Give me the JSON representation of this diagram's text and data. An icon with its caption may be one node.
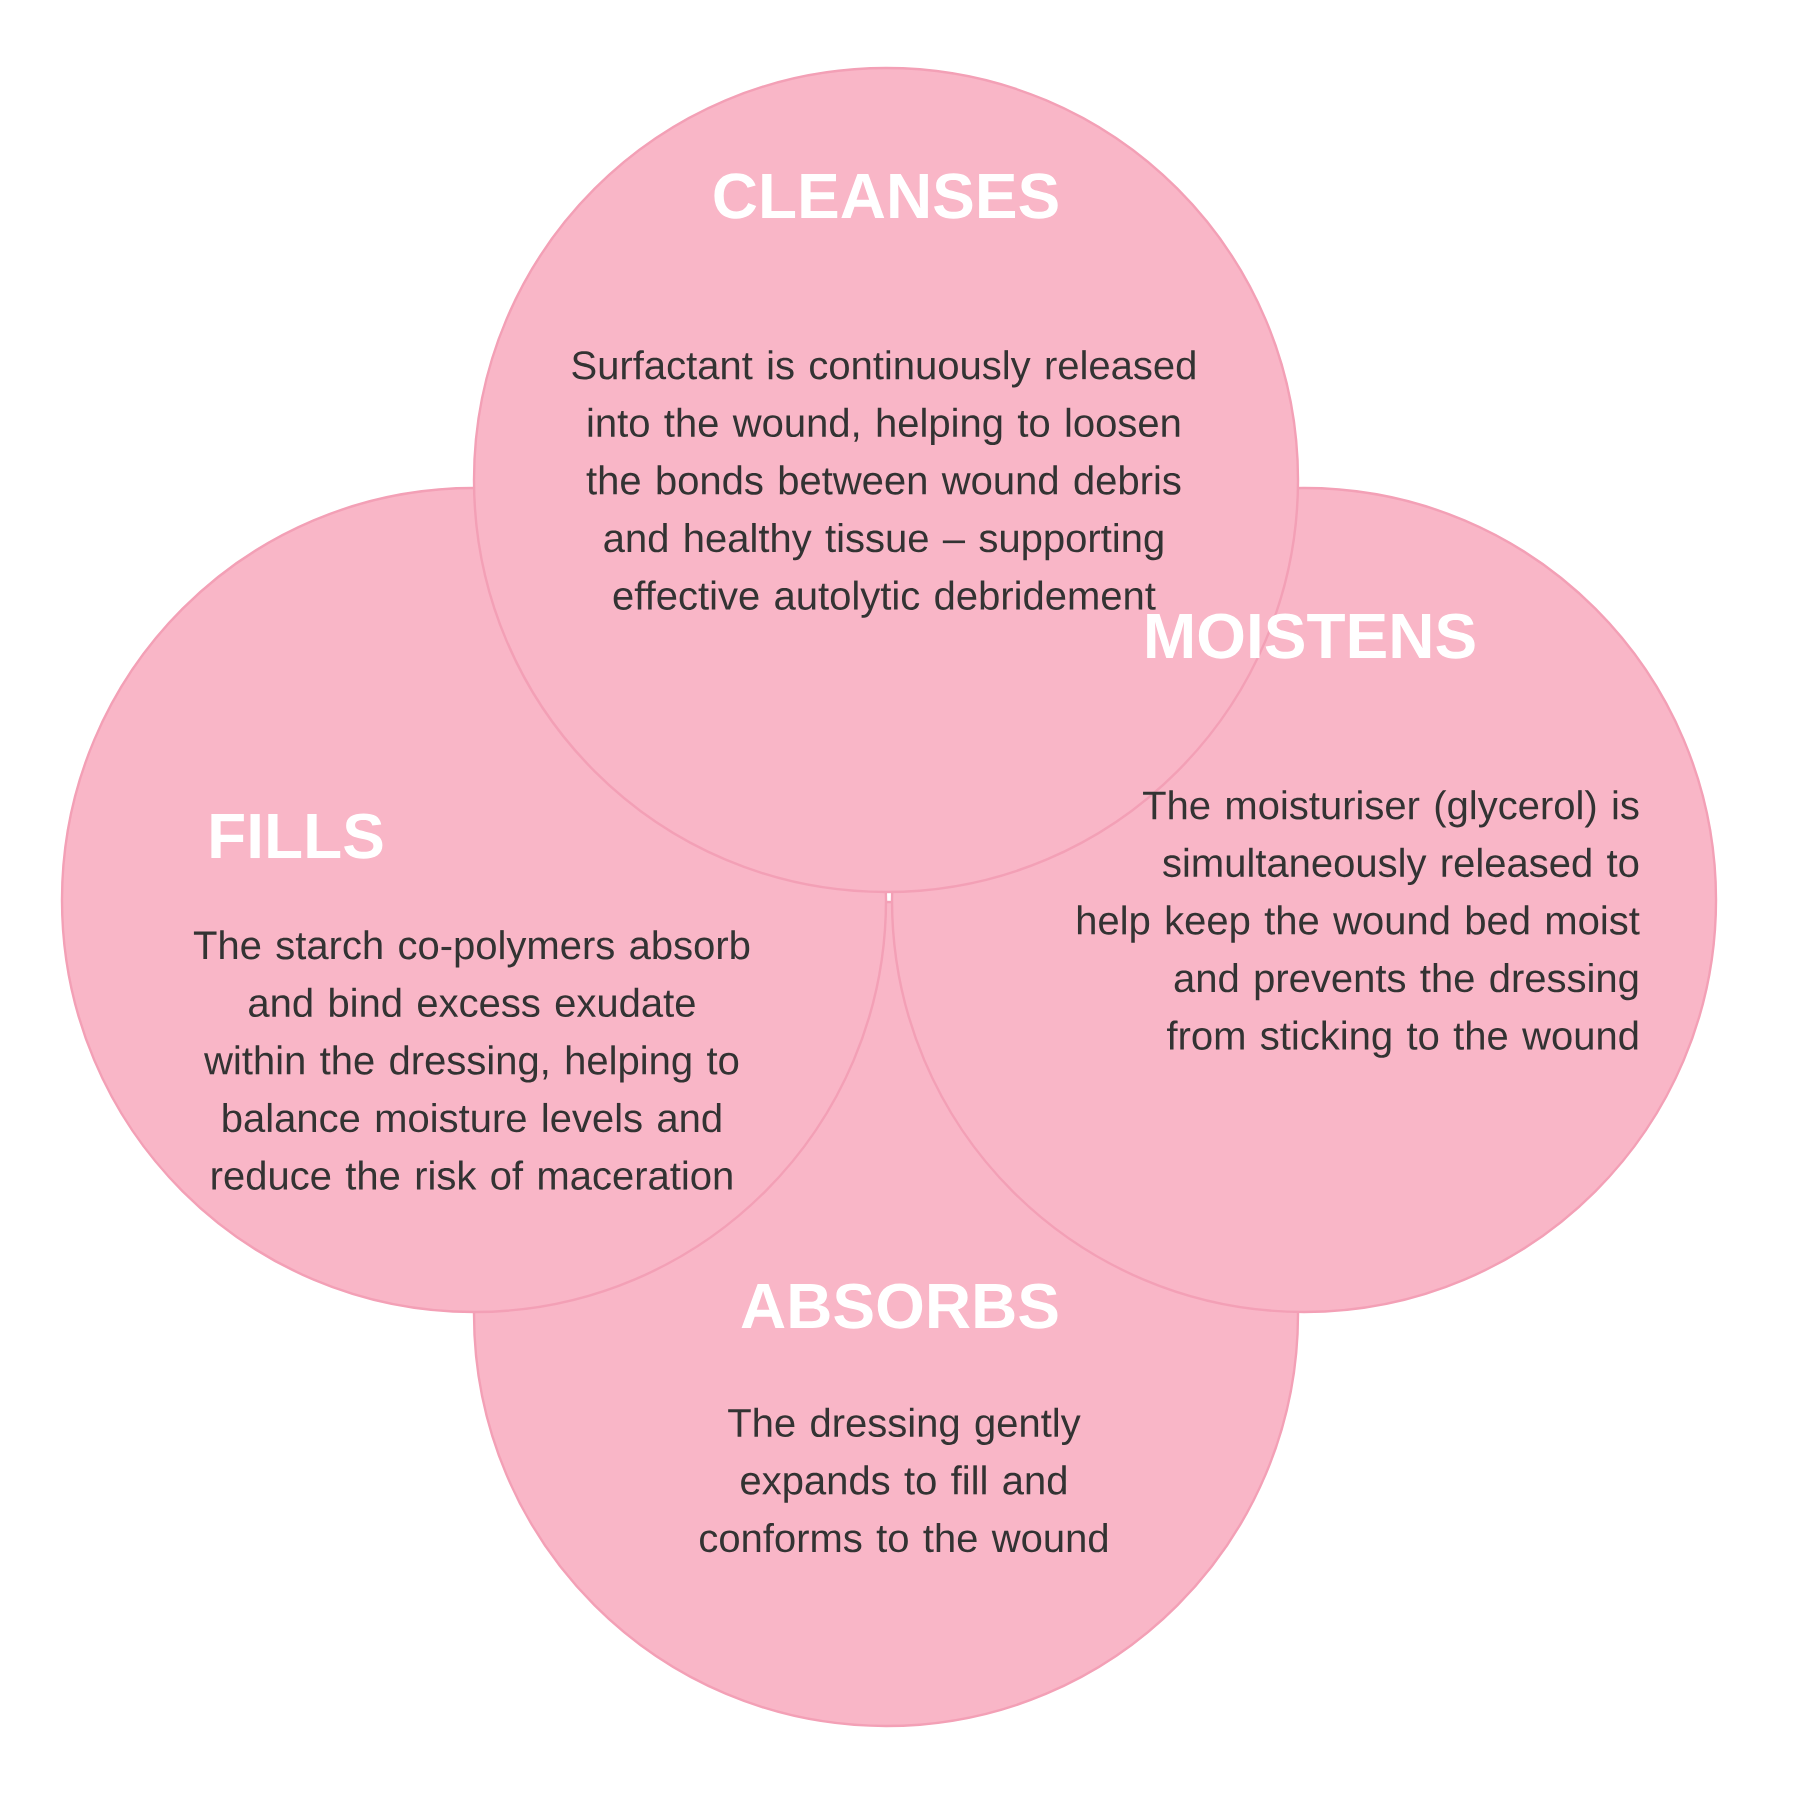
{
  "diagram": {
    "nodes": [
      {
        "text": [
          "CLEANSES",
          "Surfactant is continuously released into the wound, helping to loosen the bonds between wound debris and healthy tissue – supporting effective autolytic debridement"
        ]
      },
      {
        "text": [
          "MOISTENS",
          "The moisturiser (glycerol) is simultaneously released to help keep the wound bed moist and prevents the dressing from sticking to the wound"
        ]
      },
      {
        "text": [
          "FILLS",
          "The starch co-polymers absorb and bind excess exudate within the dressing, helping to balance moisture levels and reduce the risk of maceration"
        ]
      },
      {
        "text": [
          "ABSORBS",
          "The dressing gently expands to fill and conforms to the wound"
        ]
      }
    ]
  }
}
